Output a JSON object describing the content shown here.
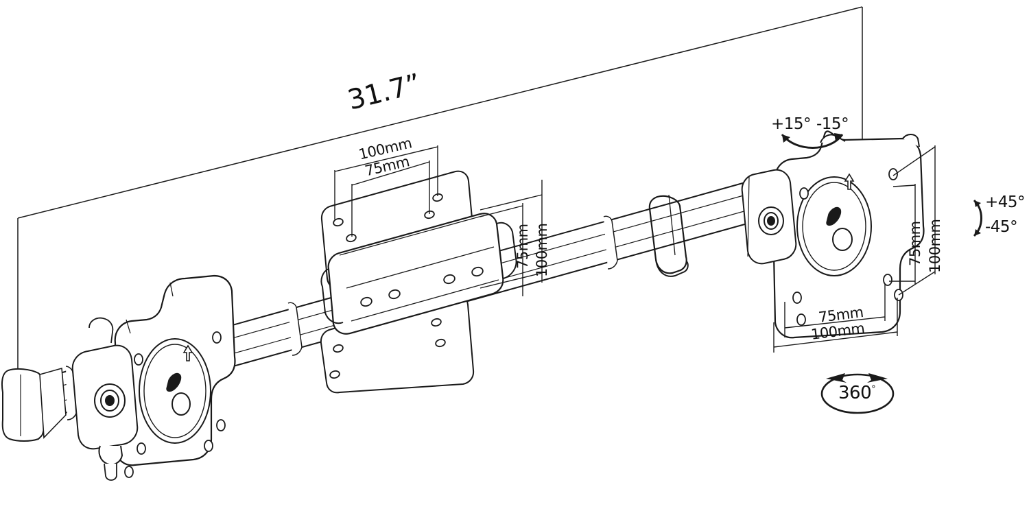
{
  "drawing": {
    "title": "Dual Monitor Mount - Dimensioned Line Drawing",
    "type": "technical-line-drawing",
    "background_color": "#ffffff",
    "line_color": "#1a1a1a"
  },
  "dimensions": {
    "overall_width": "31.7”",
    "center_vesa_width_outer": "100mm",
    "center_vesa_width_inner": "75mm",
    "center_vesa_height_inner": "75mm",
    "center_vesa_height_outer": "100mm",
    "right_vesa_height_inner": "75mm",
    "right_vesa_height_outer": "100mm",
    "right_vesa_width_inner": "75mm",
    "right_vesa_width_outer": "100mm"
  },
  "annotations": {
    "tilt_positive": "+15°",
    "tilt_negative": "-15°",
    "swivel_positive": "+45°",
    "swivel_negative": "-45°",
    "rotation": "360",
    "rotation_degree_mark": "°"
  },
  "parts": {
    "left_bracket": "left-vesa-plate",
    "center_bracket": "center-vesa-plate",
    "right_bracket": "right-vesa-plate",
    "arm_tube": "horizontal-arm-tube",
    "cable_hook": "cable-management-hook",
    "end_cap": "tube-end-cap"
  }
}
